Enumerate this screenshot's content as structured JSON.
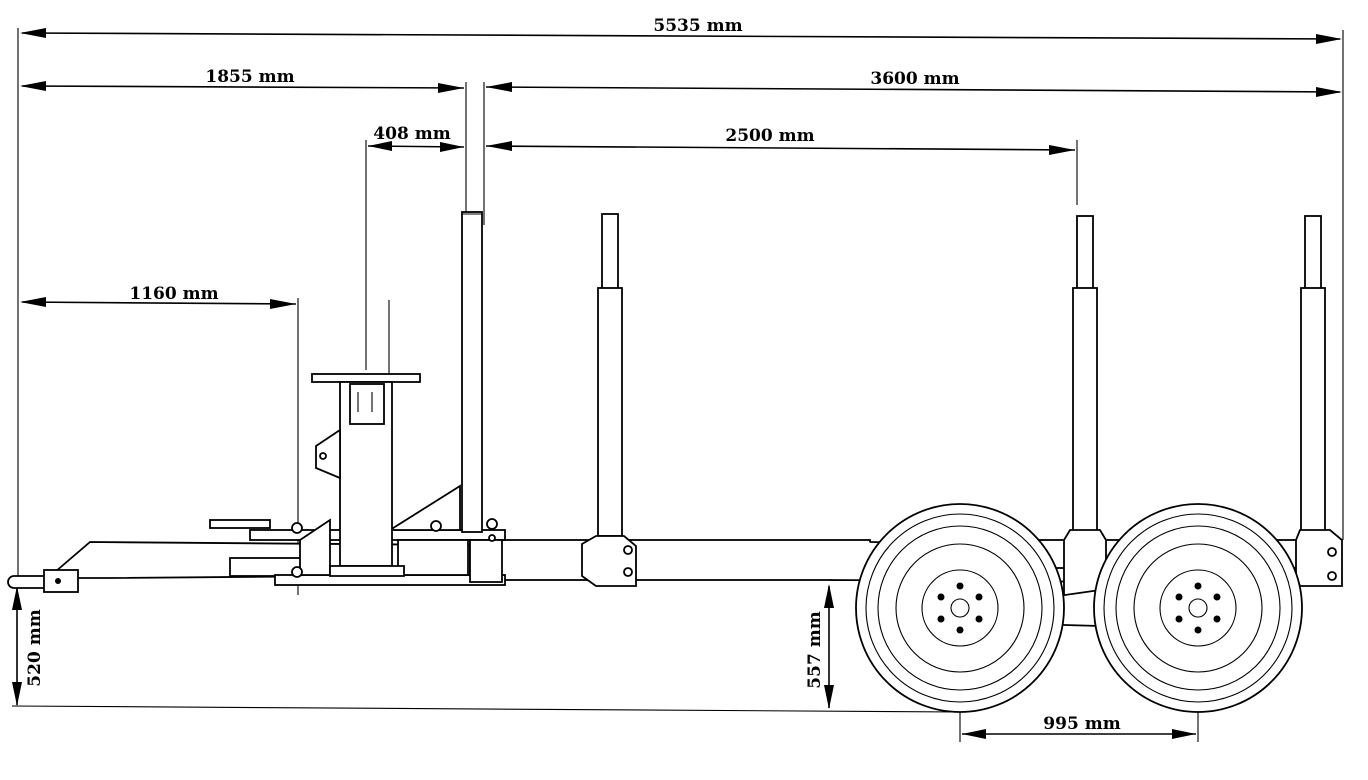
{
  "dimensions": {
    "overall_length": "5535 mm",
    "front_section": "1855 mm",
    "rear_section": "3600 mm",
    "crane_offset": "408 mm",
    "stanchion_spacing": "2500 mm",
    "support_leg_position": "1160 mm",
    "drawbar_height": "520 mm",
    "frame_height": "557 mm",
    "axle_spacing": "995 mm"
  }
}
